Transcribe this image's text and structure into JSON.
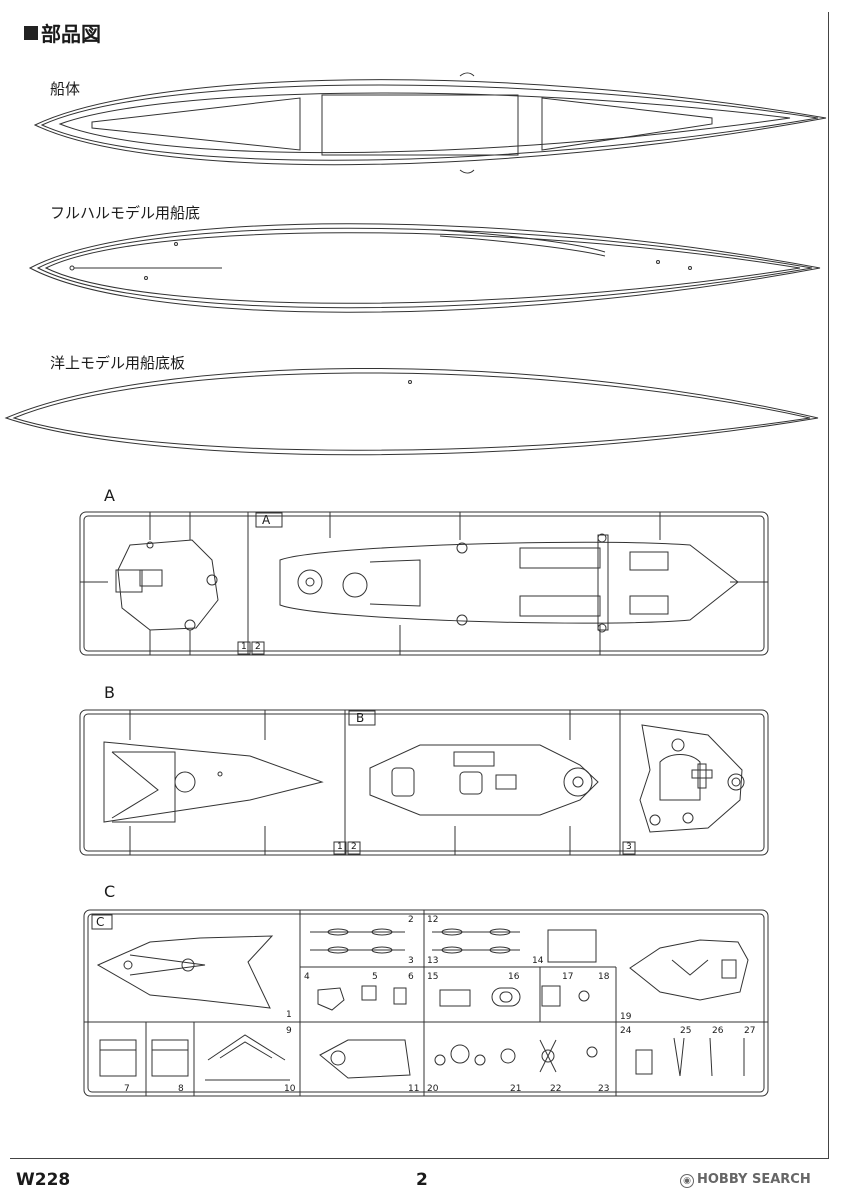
{
  "page": {
    "title": "部品図",
    "code": "W228",
    "number": "2"
  },
  "hull_parts": [
    {
      "label": "船体"
    },
    {
      "label": "フルハルモデル用船底"
    },
    {
      "label": "洋上モデル用船底板"
    }
  ],
  "sprues": {
    "A": {
      "label": "A",
      "tag": "A",
      "numbers": [
        "1",
        "2"
      ]
    },
    "B": {
      "label": "B",
      "tag": "B",
      "numbers": [
        "1",
        "2",
        "3"
      ]
    },
    "C": {
      "label": "C",
      "tag": "C",
      "numbers": [
        "1",
        "2",
        "3",
        "4",
        "5",
        "6",
        "7",
        "8",
        "9",
        "10",
        "11",
        "12",
        "13",
        "14",
        "15",
        "16",
        "17",
        "18",
        "19",
        "20",
        "21",
        "22",
        "23",
        "24",
        "25",
        "26",
        "27"
      ]
    }
  },
  "watermark": {
    "icon": "hobby-search-logo-icon",
    "text": "HOBBY SEARCH"
  }
}
